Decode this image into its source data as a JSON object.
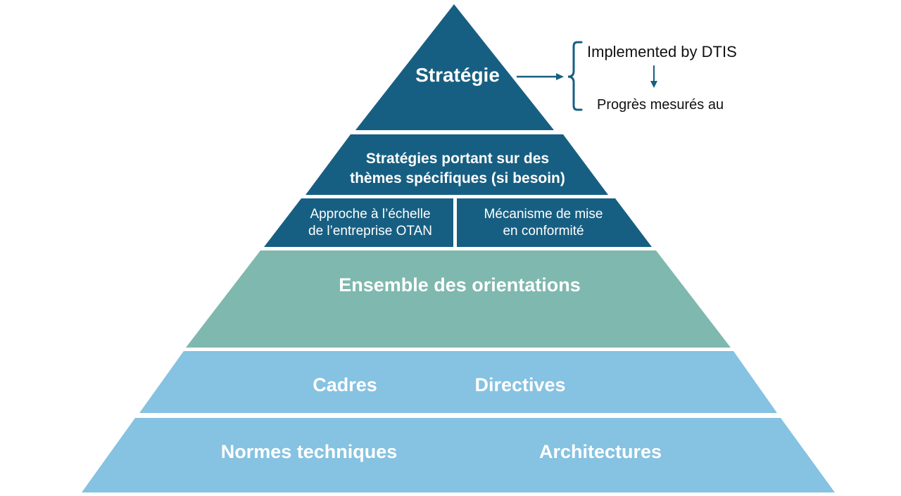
{
  "pyramid": {
    "strategy": {
      "label": "Stratégie",
      "color": "#175f82"
    },
    "thematic": {
      "lines": [
        "Stratégies portant sur des",
        "thèmes spécifiques (si besoin)"
      ],
      "color": "#175f82"
    },
    "enterprise_approach": {
      "lines": [
        "Approche à l’échelle",
        "de l’entreprise OTAN"
      ],
      "color": "#175f82"
    },
    "compliance": {
      "lines": [
        "Mécanisme de mise",
        "en conformité"
      ],
      "color": "#175f82"
    },
    "orientations": {
      "label": "Ensemble des orientations",
      "color": "#7fb8ae"
    },
    "frameworks": {
      "label": "Cadres",
      "color": "#86c2e1"
    },
    "directives": {
      "label": "Directives",
      "color": "#86c2e1"
    },
    "technical_standards": {
      "label": "Normes techniques",
      "color": "#86c2e1"
    },
    "architectures": {
      "label": "Architectures",
      "color": "#86c2e1"
    }
  },
  "annotation": {
    "implemented_by": "Implemented by DTIS",
    "progress": "Progrès mesurés au",
    "color": "#175f82"
  }
}
